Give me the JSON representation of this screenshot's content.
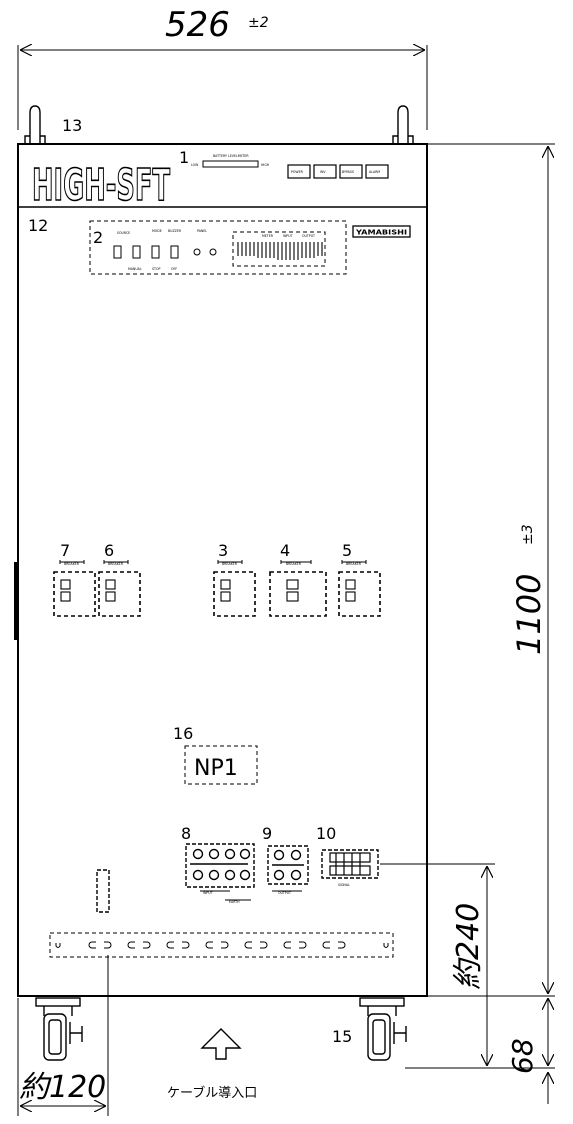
{
  "dimensions": {
    "width": "526",
    "width_tol": "±2",
    "height": "1100",
    "height_tol": "±3",
    "cable_height": "約240",
    "caster_height": "68",
    "caster_offset": "約120"
  },
  "labels": {
    "n1": "1",
    "n2": "2",
    "n3": "3",
    "n4": "4",
    "n5": "5",
    "n6": "6",
    "n7": "7",
    "n8": "8",
    "n9": "9",
    "n10": "10",
    "n12": "12",
    "n13": "13",
    "n15": "15",
    "n16": "16"
  },
  "brand": "HIGH-SFT",
  "maker": "YAMABISHI",
  "nameplate": "NP1",
  "cable_entry": "ケーブル導入口",
  "battery_level": {
    "title": "BATTERY LEVELMETER",
    "low": "LOW",
    "high": "HIGH"
  },
  "top_buttons": [
    "POWER",
    "INV",
    "BYPASS",
    "ALARM"
  ],
  "panel_texts": {
    "source": "SOURCE",
    "mode": "MODE",
    "buzzer": "BUZZER",
    "panel": "PANEL",
    "manual": "MANUAL",
    "stop": "STOP",
    "off": "OFF",
    "meter1": "METER",
    "meter2": "INPUT",
    "meter3": "OUTPUT"
  },
  "breaker_labels": [
    "BREAKER",
    "BREAKER",
    "BREAKER",
    "BREAKER",
    "BREAKER"
  ],
  "terminal_labels": {
    "input": "INPUT",
    "earth": "EARTH",
    "output": "OUTPUT",
    "signal": "SIGNAL"
  }
}
